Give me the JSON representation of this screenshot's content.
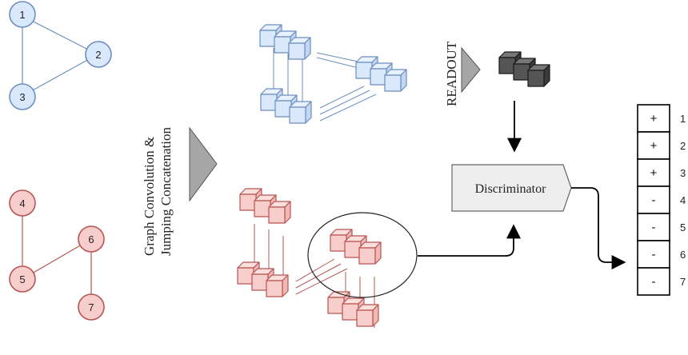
{
  "graph_top": {
    "nodes": [
      "1",
      "2",
      "3"
    ],
    "color": "#6c8ebf",
    "fill": "#dae8fc"
  },
  "graph_bottom": {
    "nodes": [
      "4",
      "5",
      "6",
      "7"
    ],
    "color": "#b85450",
    "fill": "#f8cecc"
  },
  "convolution_label": {
    "line1": "Graph Convolution &",
    "line2": "Jumping Concatenation"
  },
  "readout_label": "READOUT",
  "discriminator_label": "Discriminator",
  "output": {
    "signs": [
      "+",
      "+",
      "+",
      "-",
      "-",
      "-",
      "-"
    ],
    "indices": [
      "1",
      "2",
      "3",
      "4",
      "5",
      "6",
      "7"
    ]
  },
  "colors": {
    "dark_cube": "#1a1a1a",
    "dark_cube_fill": "#555555",
    "arrow_fill": "#a6a6a6",
    "box_fill": "#eeeeee"
  }
}
